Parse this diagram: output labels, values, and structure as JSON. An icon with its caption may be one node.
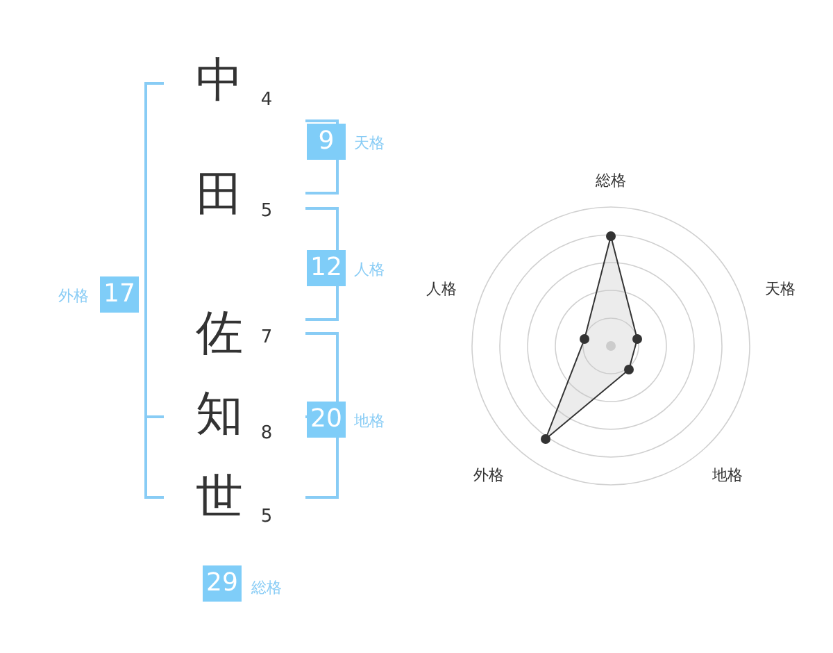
{
  "diagram": {
    "labels": [
      "中",
      "4",
      "9",
      "天格",
      "田",
      "5",
      "12",
      "人格",
      "外格",
      "17",
      "佐",
      "7",
      "知",
      "8",
      "20",
      "地格",
      "世",
      "5",
      "29",
      "総格",
      "総格",
      "人格",
      "天格",
      "外格",
      "地格"
    ]
  }
}
